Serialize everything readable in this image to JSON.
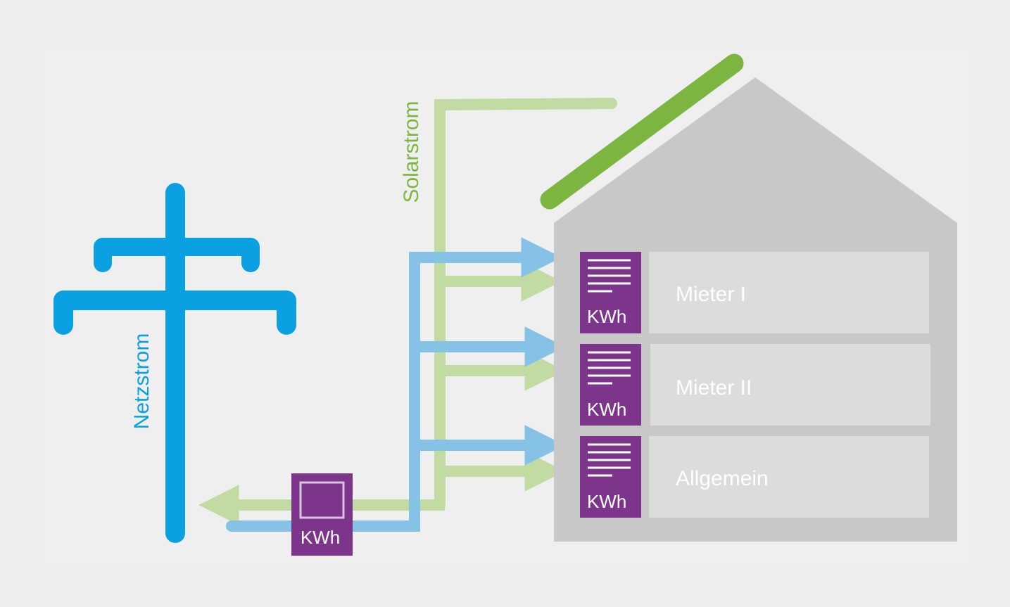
{
  "colors": {
    "background": "#eeeeef",
    "grid_power": "#0aa0e2",
    "grid_flow": "#86c1e6",
    "solar_panel": "#7db541",
    "solar_flow": "#c2dba2",
    "solar_label": "#7db541",
    "house": "#c8c8c8",
    "meter": "#7d348b",
    "unit_panel": "#dcdcdc",
    "light_text": "#ffffff"
  },
  "icons": {
    "pylon": "power-pylon-icon",
    "solar_panel": "solar-panel-icon",
    "meter": "electricity-meter-icon",
    "house": "house-icon"
  },
  "labels": {
    "grid": "Netzstrom",
    "solar": "Solarstrom"
  },
  "main_meter": {
    "unit": "KWh"
  },
  "units": [
    {
      "name": "Mieter I",
      "meter_unit": "KWh"
    },
    {
      "name": "Mieter II",
      "meter_unit": "KWh"
    },
    {
      "name": "Allgemein",
      "meter_unit": "KWh"
    }
  ]
}
